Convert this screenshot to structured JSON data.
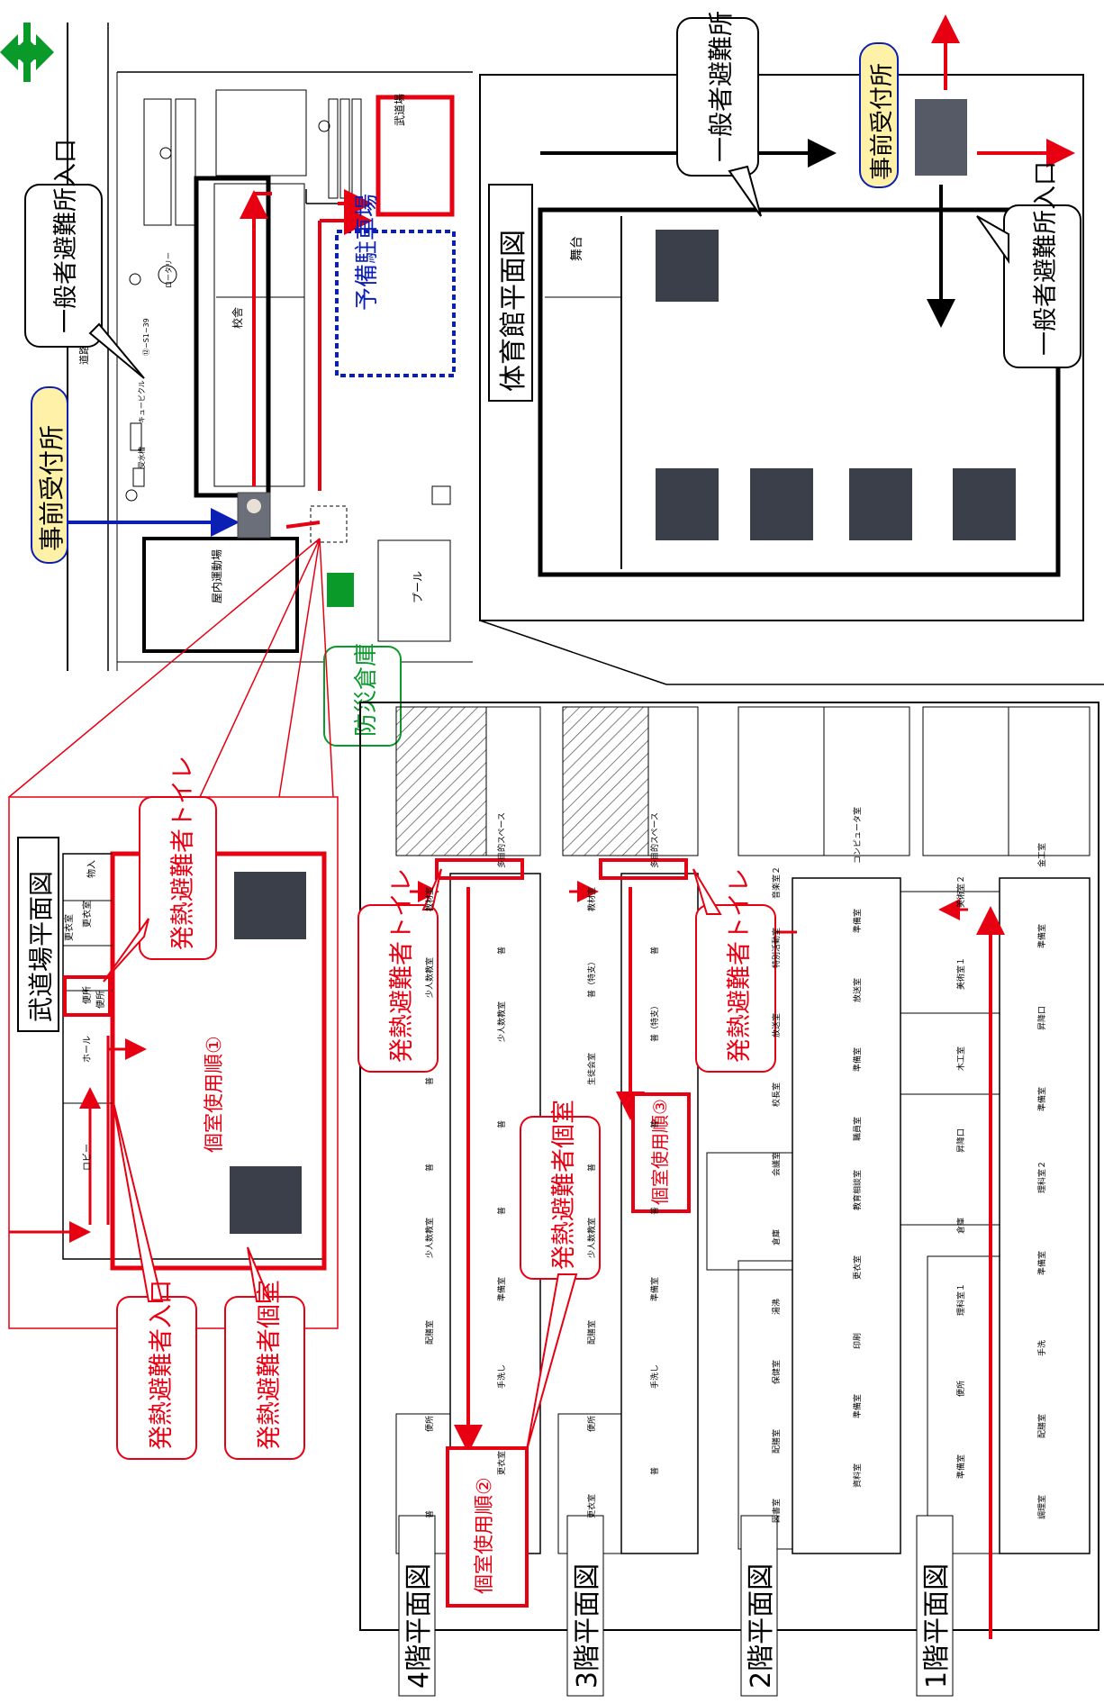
{
  "colors": {
    "red": "#e60012",
    "blue": "#0b1fb5",
    "green": "#0a9a2a",
    "black": "#000000",
    "callout_fill": "#fff2a8"
  },
  "site": {
    "reception_label": "事前受付所",
    "general_entrance_label": "一般者避難所入口",
    "road_label": "道路",
    "school_label": "校舎",
    "budojo_label": "武道場",
    "indoor_field_label": "屋内運動場",
    "pool_label": "プール",
    "reserve_parking_label": "予備駐車場",
    "disaster_storage_label": "防災倉庫",
    "small_labels": [
      "ロータリー",
      "キュービクル",
      "受水槽",
      "⑫−S1−39"
    ]
  },
  "gym": {
    "title": "体育館平面図",
    "general_shelter_label": "一般者避難所",
    "reception_label": "事前受付所",
    "entrance_label": "一般者避難所入口",
    "stage_label": "舞台"
  },
  "budojo_plan": {
    "title": "武道場平面図",
    "private_room_order": "個室使用順①",
    "fever_toilet_label": "発熱避難者トイレ",
    "fever_entrance_label": "発熱避難者入口",
    "fever_room_label": "発熱避難者個室",
    "room_labels": [
      "物入",
      "更衣室",
      "更衣室",
      "便所",
      "便所",
      "ホール",
      "ロビー"
    ]
  },
  "floors": [
    {
      "label": "4階平面図",
      "room_order": "個室使用順②",
      "note": "発熱避難者トイレ"
    },
    {
      "label": "3階平面図",
      "room_order": "個室使用順③",
      "note": "発熱避難者トイレ",
      "extra": "発熱避難者個室"
    },
    {
      "label": "2階平面図"
    },
    {
      "label": "1階平面図"
    }
  ],
  "floor_rooms": {
    "f4": [
      "多目的スペース",
      "教材室",
      "普",
      "少人数教室",
      "少人数教室",
      "普",
      "普",
      "普",
      "普",
      "少人数教室",
      "準備室",
      "配膳室",
      "手洗し",
      "便所",
      "更衣室",
      "普"
    ],
    "f3": [
      "多目的スペース",
      "教材室",
      "普",
      "普（特支）",
      "普（特支）",
      "生徒会室",
      "普",
      "普",
      "普",
      "少人数教室",
      "準備室",
      "配膳室",
      "手洗し",
      "便所",
      "普",
      "更衣室"
    ],
    "f2": [
      "コンピュータ室",
      "音楽室２",
      "準備室",
      "特別活動室",
      "放送室",
      "放送室",
      "準備室",
      "校長室",
      "職員室",
      "会議室",
      "教育相談室",
      "倉庫",
      "更衣室",
      "湯沸",
      "印刷",
      "保健室",
      "準備室",
      "配膳室",
      "資料室",
      "図書室"
    ],
    "f1": [
      "金工室",
      "美術室２",
      "準備室",
      "美術室１",
      "昇降口",
      "木工室",
      "準備室",
      "昇降口",
      "理科室２",
      "倉庫",
      "準備室",
      "理科室１",
      "手洗",
      "便所",
      "配膳室",
      "準備室",
      "調理室"
    ]
  }
}
